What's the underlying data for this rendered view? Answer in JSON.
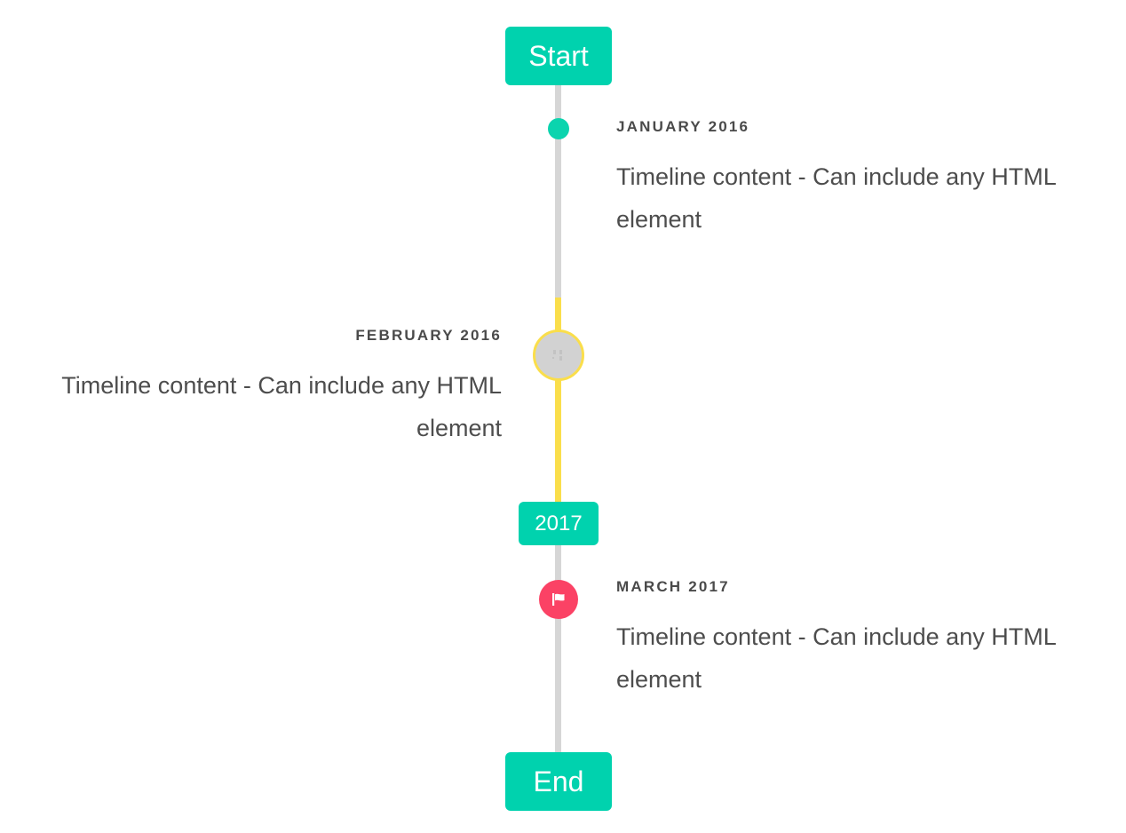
{
  "colors": {
    "accent_teal": "#00d2ae",
    "marker_dot_teal": "#0bd4ae",
    "accent_yellow": "#fade4b",
    "accent_pink": "#fb4265",
    "line_grey": "#d6d6d6",
    "ring_fill_grey": "#d2d2d2",
    "text_dark": "#4a4a4a",
    "text_body": "#4d4d4d",
    "background": "#ffffff"
  },
  "axis": {
    "name": "timeline-axis",
    "segments": [
      {
        "id": "top",
        "color": "#d6d6d6"
      },
      {
        "id": "middle-highlight",
        "color": "#fade4b"
      },
      {
        "id": "bottom",
        "color": "#d6d6d6"
      }
    ]
  },
  "badges": {
    "start": {
      "label": "Start",
      "color": "#00d2ae"
    },
    "middle": {
      "label": "2017",
      "color": "#00d2ae"
    },
    "end": {
      "label": "End",
      "color": "#00d2ae"
    }
  },
  "markers": {
    "january": {
      "icon": "dot-icon",
      "color": "#0bd4ae"
    },
    "february": {
      "icon": "broken-image-icon",
      "fill": "#d2d2d2",
      "ring": "#fade4b"
    },
    "march": {
      "icon": "flag-icon",
      "color": "#fb4265"
    }
  },
  "entries": [
    {
      "id": "january-2016",
      "date": "JANUARY 2016",
      "body": "Timeline content - Can include any HTML element",
      "side": "right",
      "marker": "dot-icon"
    },
    {
      "id": "february-2016",
      "date": "FEBRUARY 2016",
      "body": "Timeline content - Can include any HTML element",
      "side": "left",
      "marker": "broken-image-icon"
    },
    {
      "id": "march-2017",
      "date": "MARCH 2017",
      "body": "Timeline content - Can include any HTML element",
      "side": "right",
      "marker": "flag-icon"
    }
  ]
}
